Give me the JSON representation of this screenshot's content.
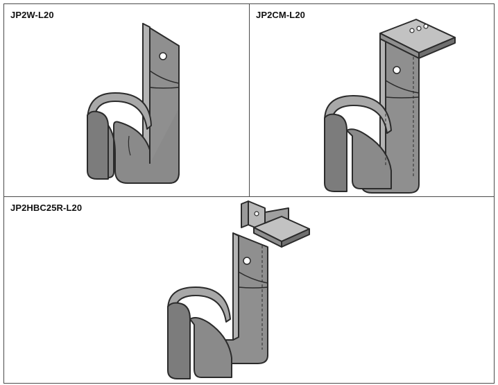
{
  "panels": [
    {
      "label": "JP2W-L20",
      "variant": "wall-mount hook"
    },
    {
      "label": "JP2CM-L20",
      "variant": "ceiling-mount hook with top bracket"
    },
    {
      "label": "JP2HBC25R-L20",
      "variant": "hook with beam clamp"
    }
  ],
  "colors": {
    "hook_fill": "#8f8f8f",
    "hook_light": "#b4b4b4",
    "hook_dark": "#5c5c5c",
    "outline": "#2b2b2b",
    "border": "#4a4a4a"
  }
}
